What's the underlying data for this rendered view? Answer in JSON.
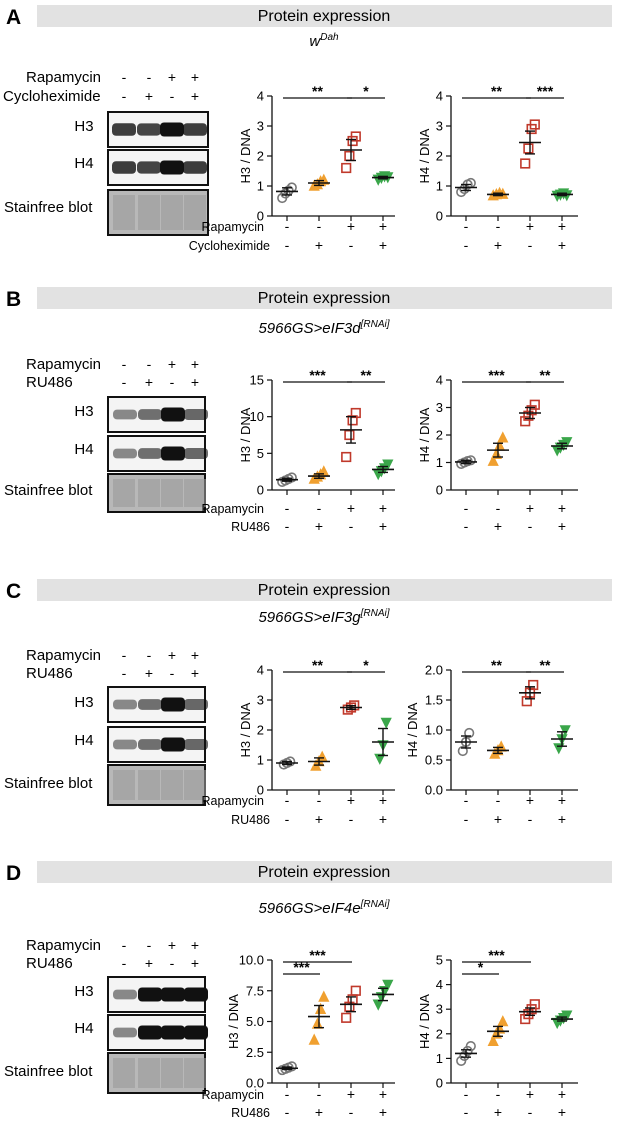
{
  "banner_title": "Protein expression",
  "row_labels": {
    "rapamycin": "Rapamycin",
    "cycloheximide": "Cycloheximide",
    "ru486": "RU486"
  },
  "pm_pattern": {
    "rapamycin": [
      "-",
      "-",
      "+",
      "+"
    ],
    "treatment": [
      "-",
      "+",
      "-",
      "+"
    ]
  },
  "blot_labels": [
    "H3",
    "H4",
    "Stainfree blot"
  ],
  "group_colors": [
    "#777777",
    "#f0a030",
    "#c0392b",
    "#3aa64a"
  ],
  "group_markers": [
    "circle",
    "triangle-up",
    "square",
    "triangle-down"
  ],
  "panels": [
    {
      "letter": "A",
      "genotype_base": "w",
      "genotype_sup": "Dah",
      "second_treatment": "Cycloheximide",
      "chart_data": [
        {
          "type": "scatter",
          "ylabel": "H3 / DNA",
          "ylim": [
            0,
            4
          ],
          "yticks": [
            "0",
            "1",
            "2",
            "3",
            "4"
          ],
          "groups": [
            {
              "mean": 0.82,
              "sem": 0.12,
              "points": [
                0.6,
                0.75,
                0.85,
                0.95
              ]
            },
            {
              "mean": 1.1,
              "sem": 0.08,
              "points": [
                1.0,
                1.05,
                1.15,
                1.2
              ]
            },
            {
              "mean": 2.2,
              "sem": 0.35,
              "points": [
                1.6,
                2.0,
                2.5,
                2.65
              ]
            },
            {
              "mean": 1.28,
              "sem": 0.04,
              "points": [
                1.22,
                1.28,
                1.33,
                1.3
              ]
            }
          ],
          "significance": [
            {
              "from": 0,
              "to": 2,
              "label": "**"
            },
            {
              "from": 2,
              "to": 3,
              "label": "*"
            }
          ]
        },
        {
          "type": "scatter",
          "ylabel": "H4 / DNA",
          "ylim": [
            0,
            4
          ],
          "yticks": [
            "0",
            "1",
            "2",
            "3",
            "4"
          ],
          "groups": [
            {
              "mean": 0.95,
              "sem": 0.1,
              "points": [
                0.8,
                0.9,
                1.05,
                1.1
              ]
            },
            {
              "mean": 0.72,
              "sem": 0.04,
              "points": [
                0.68,
                0.72,
                0.76,
                0.73
              ]
            },
            {
              "mean": 2.45,
              "sem": 0.38,
              "points": [
                1.75,
                2.25,
                2.9,
                3.05
              ]
            },
            {
              "mean": 0.72,
              "sem": 0.04,
              "points": [
                0.68,
                0.72,
                0.76,
                0.7
              ]
            }
          ],
          "significance": [
            {
              "from": 0,
              "to": 2,
              "label": "**"
            },
            {
              "from": 2,
              "to": 3,
              "label": "***"
            }
          ]
        }
      ]
    },
    {
      "letter": "B",
      "genotype_base": "5966GS>eIF3d",
      "genotype_sup": "[RNAi]",
      "second_treatment": "RU486",
      "chart_data": [
        {
          "type": "scatter",
          "ylabel": "H3 / DNA",
          "ylim": [
            0,
            15
          ],
          "yticks": [
            "0",
            "5",
            "10",
            "15"
          ],
          "groups": [
            {
              "mean": 1.4,
              "sem": 0.2,
              "points": [
                1.1,
                1.3,
                1.5,
                1.7
              ]
            },
            {
              "mean": 1.9,
              "sem": 0.3,
              "points": [
                1.5,
                1.8,
                2.1,
                2.5
              ]
            },
            {
              "mean": 8.2,
              "sem": 1.8,
              "points": [
                4.5,
                7.5,
                9.5,
                10.5
              ]
            },
            {
              "mean": 2.8,
              "sem": 0.4,
              "points": [
                2.2,
                2.6,
                3.0,
                3.5
              ]
            }
          ],
          "significance": [
            {
              "from": 0,
              "to": 2,
              "label": "***"
            },
            {
              "from": 2,
              "to": 3,
              "label": "**"
            }
          ]
        },
        {
          "type": "scatter",
          "ylabel": "H4 / DNA",
          "ylim": [
            0,
            4
          ],
          "yticks": [
            "0",
            "1",
            "2",
            "3",
            "4"
          ],
          "groups": [
            {
              "mean": 1.02,
              "sem": 0.06,
              "points": [
                0.95,
                1.0,
                1.05,
                1.08
              ]
            },
            {
              "mean": 1.45,
              "sem": 0.25,
              "points": [
                1.05,
                1.3,
                1.6,
                1.9
              ]
            },
            {
              "mean": 2.8,
              "sem": 0.2,
              "points": [
                2.5,
                2.7,
                2.9,
                3.1
              ]
            },
            {
              "mean": 1.6,
              "sem": 0.1,
              "points": [
                1.45,
                1.55,
                1.65,
                1.75
              ]
            }
          ],
          "significance": [
            {
              "from": 0,
              "to": 2,
              "label": "***"
            },
            {
              "from": 2,
              "to": 3,
              "label": "**"
            }
          ]
        }
      ]
    },
    {
      "letter": "C",
      "genotype_base": "5966GS>eIF3g",
      "genotype_sup": "[RNAi]",
      "second_treatment": "RU486",
      "chart_data": [
        {
          "type": "scatter",
          "ylabel": "H3 / DNA",
          "ylim": [
            0,
            4
          ],
          "yticks": [
            "0",
            "1",
            "2",
            "3",
            "4"
          ],
          "groups": [
            {
              "mean": 0.9,
              "sem": 0.05,
              "points": [
                0.85,
                0.9,
                0.95
              ]
            },
            {
              "mean": 0.95,
              "sem": 0.12,
              "points": [
                0.8,
                0.95,
                1.1
              ]
            },
            {
              "mean": 2.75,
              "sem": 0.06,
              "points": [
                2.68,
                2.75,
                2.82
              ]
            },
            {
              "mean": 1.6,
              "sem": 0.45,
              "points": [
                1.05,
                1.5,
                2.25
              ]
            }
          ],
          "significance": [
            {
              "from": 0,
              "to": 2,
              "label": "**"
            },
            {
              "from": 2,
              "to": 3,
              "label": "*"
            }
          ]
        },
        {
          "type": "scatter",
          "ylabel": "H4 / DNA",
          "ylim": [
            0,
            2
          ],
          "yticks": [
            "0.0",
            "0.5",
            "1.0",
            "1.5",
            "2.0"
          ],
          "groups": [
            {
              "mean": 0.8,
              "sem": 0.1,
              "points": [
                0.65,
                0.8,
                0.95
              ]
            },
            {
              "mean": 0.66,
              "sem": 0.05,
              "points": [
                0.6,
                0.66,
                0.72
              ]
            },
            {
              "mean": 1.62,
              "sem": 0.1,
              "points": [
                1.48,
                1.62,
                1.75
              ]
            },
            {
              "mean": 0.85,
              "sem": 0.12,
              "points": [
                0.7,
                0.85,
                1.0
              ]
            }
          ],
          "significance": [
            {
              "from": 0,
              "to": 2,
              "label": "**"
            },
            {
              "from": 2,
              "to": 3,
              "label": "**"
            }
          ]
        }
      ]
    },
    {
      "letter": "D",
      "genotype_base": "5966GS>eIF4e",
      "genotype_sup": "[RNAi]",
      "second_treatment": "RU486",
      "chart_data": [
        {
          "type": "scatter",
          "ylabel": "H3 / DNA",
          "ylim": [
            0,
            10
          ],
          "yticks": [
            "0.0",
            "2.5",
            "5.0",
            "7.5",
            "10.0"
          ],
          "groups": [
            {
              "mean": 1.2,
              "sem": 0.1,
              "points": [
                1.05,
                1.15,
                1.25,
                1.35
              ]
            },
            {
              "mean": 5.4,
              "sem": 0.9,
              "points": [
                3.5,
                4.8,
                6.0,
                7.0
              ]
            },
            {
              "mean": 6.4,
              "sem": 0.6,
              "points": [
                5.3,
                6.2,
                6.8,
                7.5
              ]
            },
            {
              "mean": 7.2,
              "sem": 0.5,
              "points": [
                6.4,
                7.0,
                7.5,
                8.0
              ]
            }
          ],
          "significance": [
            {
              "from": 0,
              "to": 1,
              "label": "***"
            },
            {
              "from": 0,
              "to": 2,
              "label": "***"
            }
          ]
        },
        {
          "type": "scatter",
          "ylabel": "H4 / DNA",
          "ylim": [
            0,
            5
          ],
          "yticks": [
            "0",
            "1",
            "2",
            "3",
            "4",
            "5"
          ],
          "groups": [
            {
              "mean": 1.2,
              "sem": 0.15,
              "points": [
                0.9,
                1.1,
                1.3,
                1.5
              ]
            },
            {
              "mean": 2.1,
              "sem": 0.2,
              "points": [
                1.7,
                2.0,
                2.2,
                2.5
              ]
            },
            {
              "mean": 2.9,
              "sem": 0.15,
              "points": [
                2.6,
                2.8,
                3.0,
                3.2
              ]
            },
            {
              "mean": 2.6,
              "sem": 0.08,
              "points": [
                2.45,
                2.55,
                2.65,
                2.75
              ]
            }
          ],
          "significance": [
            {
              "from": 0,
              "to": 1,
              "label": "*"
            },
            {
              "from": 0,
              "to": 2,
              "label": "***"
            }
          ]
        }
      ]
    }
  ]
}
